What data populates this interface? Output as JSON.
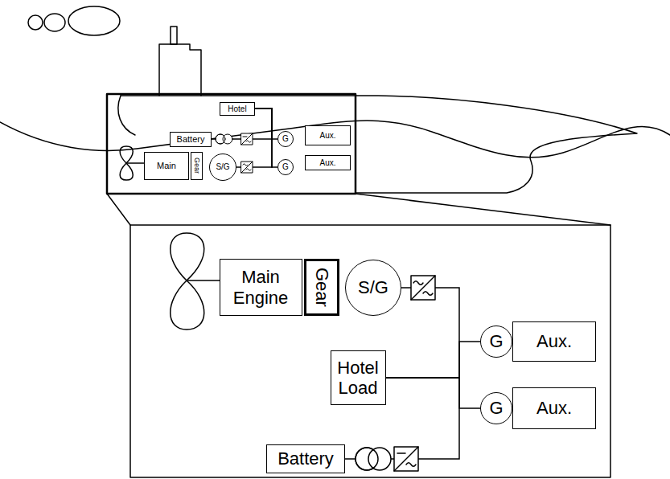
{
  "diagram": {
    "nodes": [
      {
        "text": [
          "Hotel"
        ]
      },
      {
        "text": [
          "Battery"
        ]
      },
      {
        "text": [
          "G"
        ]
      },
      {
        "text": [
          "Aux."
        ]
      },
      {
        "text": [
          "Main"
        ]
      },
      {
        "text": [
          "Gear"
        ]
      },
      {
        "text": [
          "S/G"
        ]
      },
      {
        "text": [
          "G"
        ]
      },
      {
        "text": [
          "Aux."
        ]
      },
      {
        "text": [
          "Main Engine"
        ]
      },
      {
        "text": [
          "Gear"
        ]
      },
      {
        "text": [
          "S/G"
        ]
      },
      {
        "text": [
          "G"
        ]
      },
      {
        "text": [
          "Aux."
        ]
      },
      {
        "text": [
          "Hotel Load"
        ]
      },
      {
        "text": [
          "G"
        ]
      },
      {
        "text": [
          "Aux."
        ]
      },
      {
        "text": [
          "Battery"
        ]
      }
    ],
    "edges": [
      {
        "from": 6,
        "to": 0,
        "arrow": "none"
      },
      {
        "from": 2,
        "to": 0,
        "arrow": "none"
      },
      {
        "from": 7,
        "to": 0,
        "arrow": "none"
      },
      {
        "from": 1,
        "to": 0,
        "arrow": "none"
      },
      {
        "from": 11,
        "to": 14,
        "arrow": "none"
      },
      {
        "from": 12,
        "to": 14,
        "arrow": "none"
      },
      {
        "from": 15,
        "to": 14,
        "arrow": "none"
      },
      {
        "from": 17,
        "to": 14,
        "arrow": "none"
      }
    ]
  }
}
